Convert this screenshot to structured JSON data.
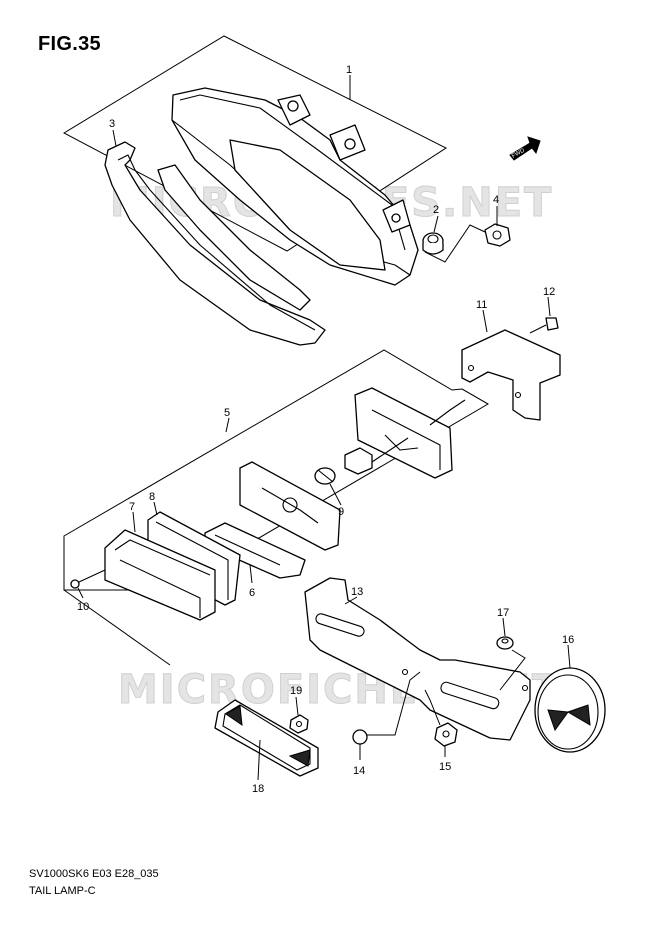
{
  "figure": {
    "title": "FIG.35",
    "code": "SV1000SK6 E03 E28_035",
    "name": "TAIL LAMP-C",
    "watermark": "MICROFICHES.NET",
    "direction_badge": "FWD"
  },
  "callouts": {
    "c1": "1",
    "c2": "2",
    "c3": "3",
    "c4": "4",
    "c5": "5",
    "c6": "6",
    "c7": "7",
    "c8": "8",
    "c9": "9",
    "c10": "10",
    "c11": "11",
    "c12": "12",
    "c13": "13",
    "c14": "14",
    "c15": "15",
    "c16": "16",
    "c17": "17",
    "c18": "18",
    "c19": "19"
  },
  "colors": {
    "line": "#000000",
    "watermark": "#e4e4e4",
    "background": "#ffffff"
  },
  "icons": {
    "direction": "fwd-arrow-icon"
  }
}
